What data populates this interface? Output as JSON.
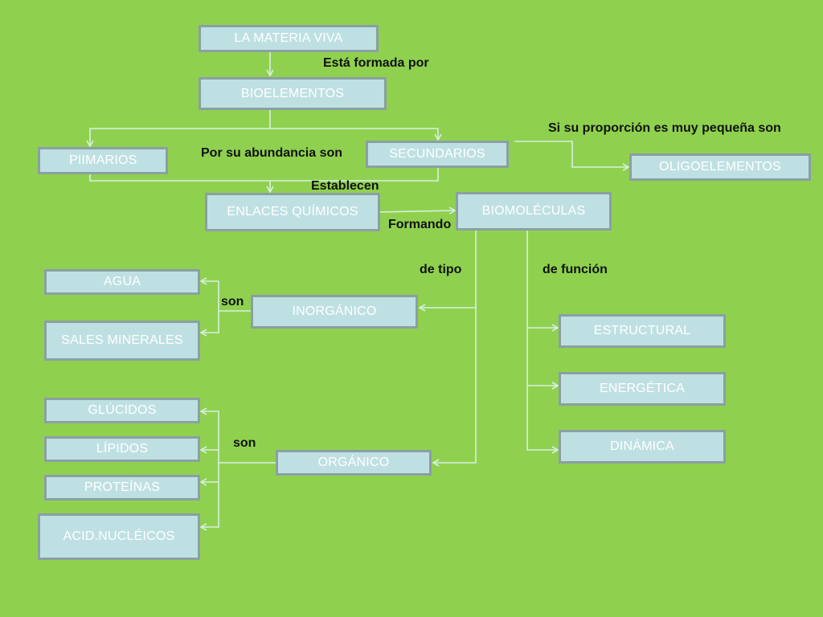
{
  "colors": {
    "background": "#8fd14f",
    "box_fill": "#bfe0e3",
    "box_border": "#8aa0a3",
    "box_text": "#ffffff",
    "connector": "#d7efe2"
  },
  "nodes": {
    "materia_viva": "LA MATERIA VIVA",
    "bioelementos": "BIOELEMENTOS",
    "primarios": "PIIMARIOS",
    "secundarios": "SECUNDARIOS",
    "oligoelementos": "OLIGOELEMENTOS",
    "enlaces": "ENLACES QUÍMICOS",
    "biomoleculas": "BIOMOLÉCULAS",
    "inorganico": "INORGÁNICO",
    "organico": "ORGÁNICO",
    "agua": "AGUA",
    "sales": "SALES MINERALES",
    "glucidos": "GLÚCIDOS",
    "lipidos": "LÍPIDOS",
    "proteinas": "PROTEÍNAS",
    "acid_nucleicos": "ACID.NUCLÉICOS",
    "estructural": "ESTRUCTURAL",
    "energetica": "ENERGÉTICA",
    "dinamica": "DINÁMICA"
  },
  "labels": {
    "formada_por": "Está formada por",
    "abundancia": "Por su abundancia son",
    "proporcion": "Si su proporción es muy pequeña son",
    "establecen": "Establecen",
    "formando": "Formando",
    "de_tipo": "de tipo",
    "de_funcion": "de función",
    "son_inorg": "son",
    "son_org": "son"
  }
}
